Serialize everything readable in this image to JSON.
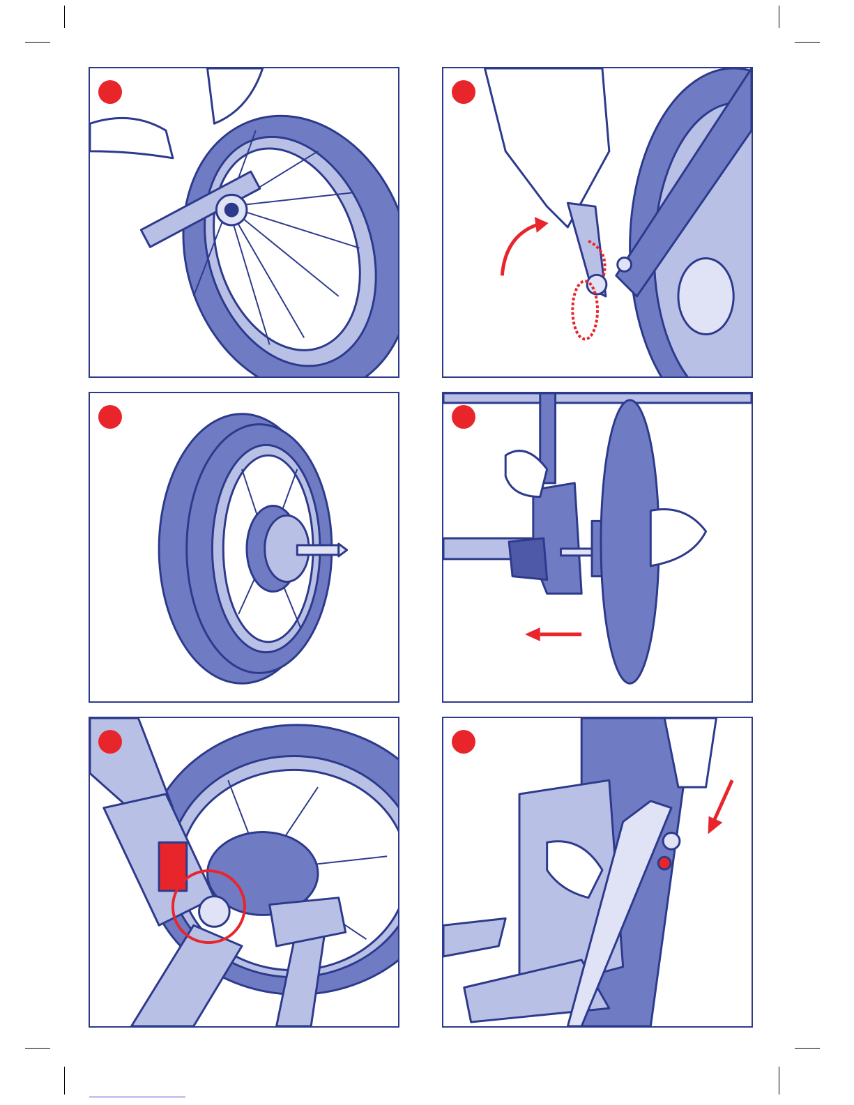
{
  "page": {
    "title": "",
    "panels": [
      {
        "id": 1,
        "step": "",
        "illustration": "wheel-axle-bolt-wrench-icon"
      },
      {
        "id": 2,
        "step": "",
        "illustration": "quick-release-lever-icon"
      },
      {
        "id": 3,
        "step": "",
        "illustration": "front-wheel-with-brake-drum-icon"
      },
      {
        "id": 4,
        "step": "",
        "illustration": "remove-wheel-from-hub-icon"
      },
      {
        "id": 5,
        "step": "",
        "illustration": "suspension-spring-pin-icon"
      },
      {
        "id": 6,
        "step": "",
        "illustration": "fold-stroller-frame-icon"
      }
    ]
  },
  "colors": {
    "outline": "#2d3a8c",
    "tire": "#6f7cc4",
    "tire_dark": "#4e5aa8",
    "metal": "#b9c0e6",
    "metal_light": "#dfe3f5",
    "accent_red": "#e8252b"
  }
}
